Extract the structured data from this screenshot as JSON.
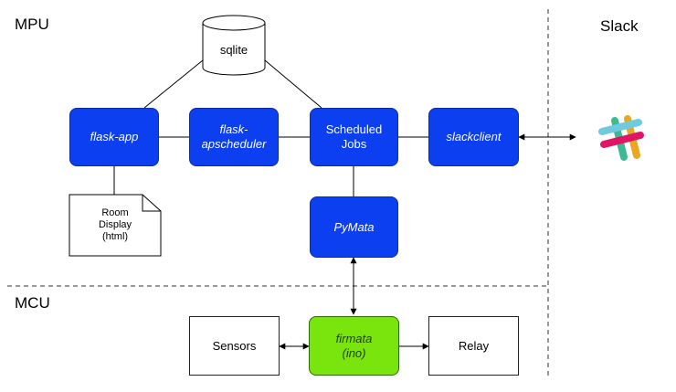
{
  "regions": {
    "mpu": "MPU",
    "mcu": "MCU",
    "slack": "Slack"
  },
  "components": {
    "sqlite": "sqlite",
    "flask_app": "flask-app",
    "flask_apscheduler": "flask-\napscheduler",
    "scheduled_jobs": "Scheduled\nJobs",
    "slackclient": "slackclient",
    "room_display": "Room\nDisplay\n(html)",
    "pymata": "PyMata",
    "sensors": "Sensors",
    "firmata": "firmata\n(ino)",
    "relay": "Relay"
  },
  "colors": {
    "blue_box": "#0b3ff0",
    "green_box": "#7ae50c",
    "slack_teal": "#3eb991",
    "slack_blue": "#6ecadc",
    "slack_yellow": "#e9a820",
    "slack_pink": "#e01563"
  },
  "icons": {
    "slack": "slack-logo-icon"
  }
}
